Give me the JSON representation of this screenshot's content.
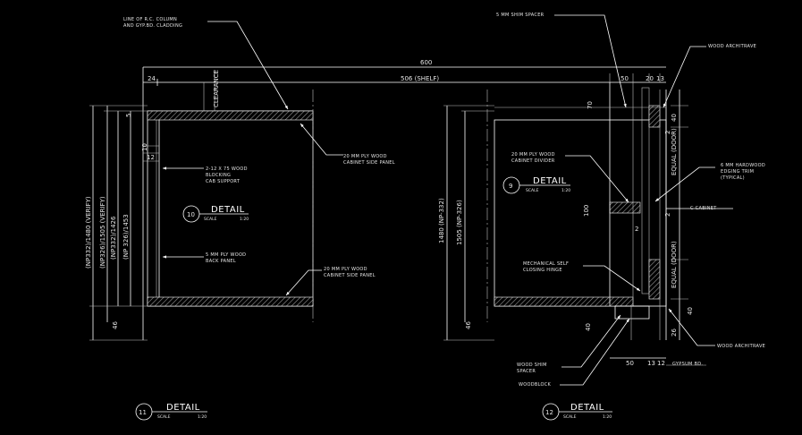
{
  "annotations": {
    "column_note": [
      "LINE OF R.C. COLUMN",
      "AND GYP.BD. CLADDING"
    ],
    "shim_spacer_top": "5 MM SHIM SPACER",
    "wood_architrave_top": "WOOD ARCHITRAVE",
    "cabinet_side_panel_1": [
      "20 MM PLY WOOD",
      "CABINET SIDE PANEL"
    ],
    "blocking": [
      "2-12 X 75 WOOD",
      "BLOCKING",
      "CAB SUPPORT"
    ],
    "back_panel": [
      "5 MM PLY WOOD",
      "BACK PANEL"
    ],
    "cabinet_side_panel_2": [
      "20 MM PLY WOOD",
      "CABINET SIDE PANEL"
    ],
    "cabinet_divider": [
      "20 MM PLY WOOD",
      "CABINET DIVIDER"
    ],
    "edging_trim": [
      "6 MM HARDWOOD",
      "EDGING TRIM",
      "(TYPICAL)"
    ],
    "cabinet_axis": "C CABINET",
    "hinge": [
      "MECHANICAL SELF",
      "CLOSING HINGE"
    ],
    "wood_architrave_bottom": "WOOD ARCHITRAVE",
    "gypsum": "GYPSUM BD.",
    "wood_shim": [
      "WOOD SHIM",
      "SPACER"
    ],
    "woodblock": "WOODBLOCK"
  },
  "dimensions": {
    "overall_600": "600",
    "shelf_506": "506 (SHELF)",
    "d24": "24",
    "clearance": "CLEARANCE",
    "left_heights": [
      "(NP332)/1480 (VERIFY)",
      "(NP326)/1505 (VERIFY)",
      "(NP332)/1426",
      "(NP 326)/1453"
    ],
    "d46_left": "46",
    "d5": "5",
    "d12": "12",
    "d10": "10",
    "right_h1": "1480 (NP-332)",
    "right_h2": "1505 (NP-326)",
    "d46_right": "46",
    "d70": "70",
    "d50_top": "50",
    "d20": "20",
    "d13": "13",
    "d40_top": "40",
    "d2_a": "2",
    "equal_door_top": "EQUAL (DOOR)",
    "d100": "100",
    "d2_b": "2",
    "d2_c": "2",
    "equal_door_bottom": "EQUAL (DOOR)",
    "d40_bot_r": "40",
    "d40_bot_l": "40",
    "d26": "26",
    "d50_bot": "50",
    "d13_bot": "13",
    "d12_bot": "12"
  },
  "details": [
    {
      "number": "10",
      "title": "DETAIL",
      "scale": "SCALE",
      "ratio": "1:20"
    },
    {
      "number": "9",
      "title": "DETAIL",
      "scale": "SCALE",
      "ratio": "1:20"
    },
    {
      "number": "11",
      "title": "DETAIL",
      "scale": "SCALE",
      "ratio": "1:20"
    },
    {
      "number": "12",
      "title": "DETAIL",
      "scale": "SCALE",
      "ratio": "1:20"
    }
  ]
}
